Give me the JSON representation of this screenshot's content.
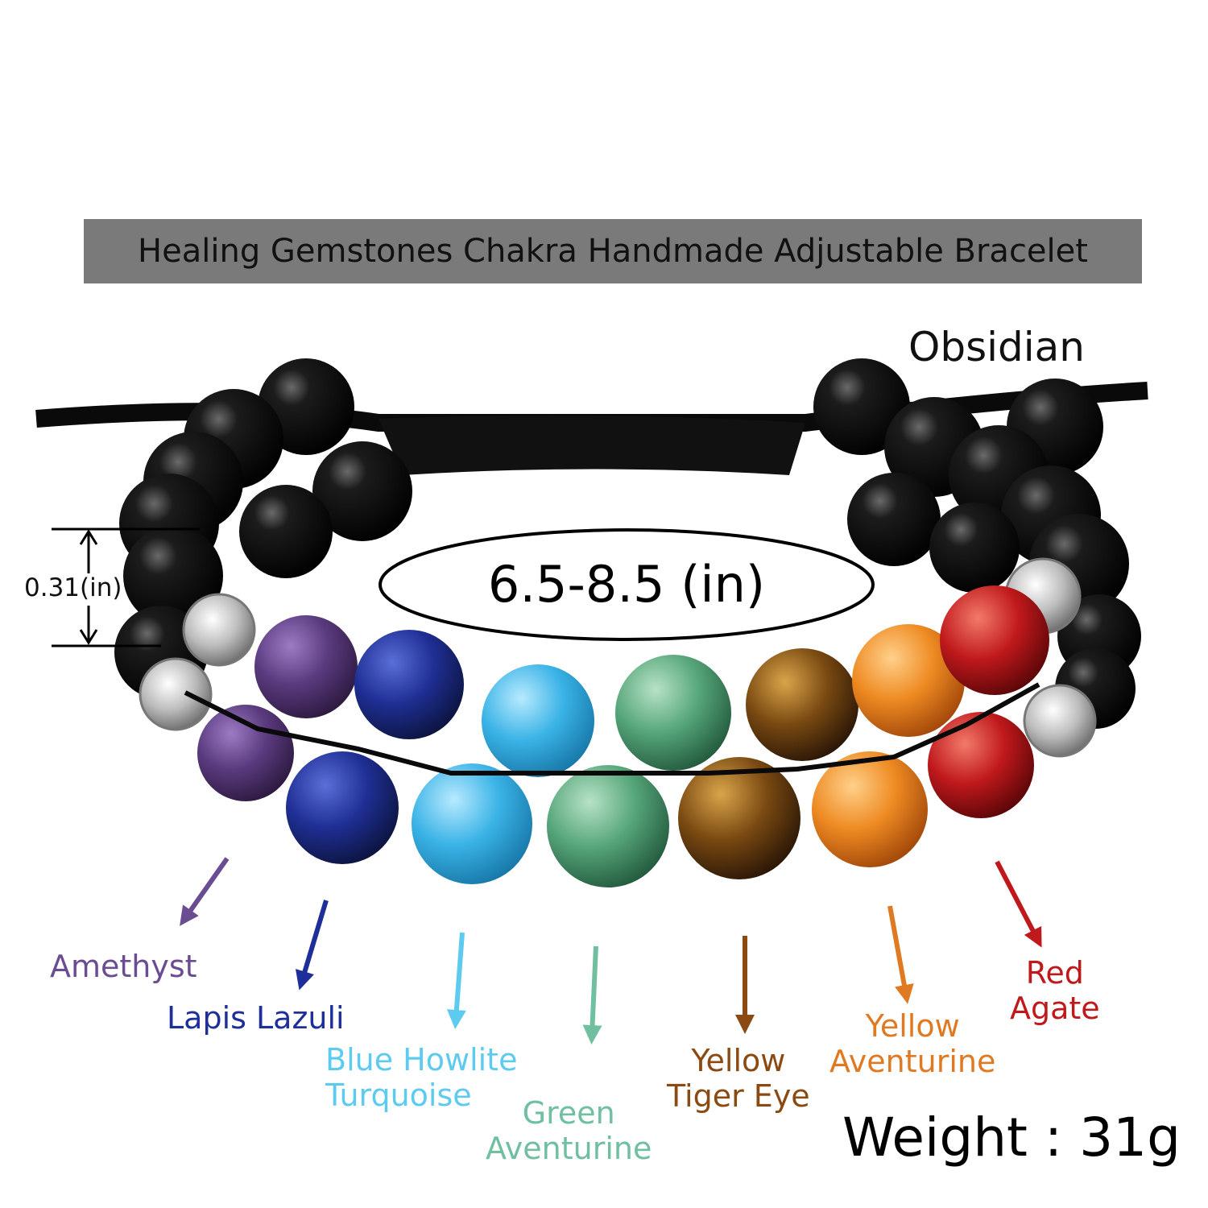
{
  "title": "Healing Gemstones Chakra Handmade Adjustable Bracelet",
  "size": "6.5-8.5 (in)",
  "bead_diameter": "0.31(in)",
  "weight": "Weight : 31g",
  "stones": {
    "obsidian": {
      "lines": [
        "Obsidian"
      ],
      "color": "#111111"
    },
    "amethyst": {
      "lines": [
        "Amethyst"
      ],
      "color": "#6a4c93"
    },
    "lapis": {
      "lines": [
        "Lapis Lazuli"
      ],
      "color": "#1f2f9a"
    },
    "howlite": {
      "lines": [
        "Blue Howlite",
        "Turquoise"
      ],
      "color": "#5ccbef"
    },
    "green": {
      "lines": [
        "Green",
        "Aventurine"
      ],
      "color": "#6fbfa0"
    },
    "tiger": {
      "lines": [
        "Yellow",
        "Tiger Eye"
      ],
      "color": "#8a4a12"
    },
    "yellow_av": {
      "lines": [
        "Yellow",
        "Aventurine"
      ],
      "color": "#e07a22"
    },
    "red": {
      "lines": [
        "Red",
        "Agate"
      ],
      "color": "#c0191c"
    }
  }
}
